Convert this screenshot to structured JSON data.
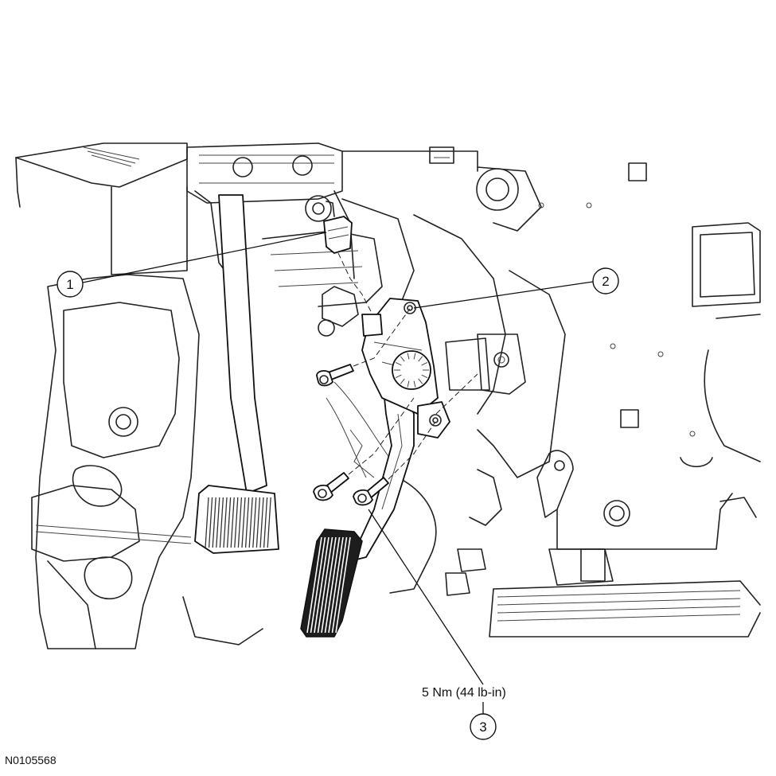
{
  "callouts": [
    {
      "number": "1"
    },
    {
      "number": "2"
    },
    {
      "number": "3"
    }
  ],
  "torque_spec": "5 Nm (44 lb-in)",
  "figure_id": "N0105568"
}
